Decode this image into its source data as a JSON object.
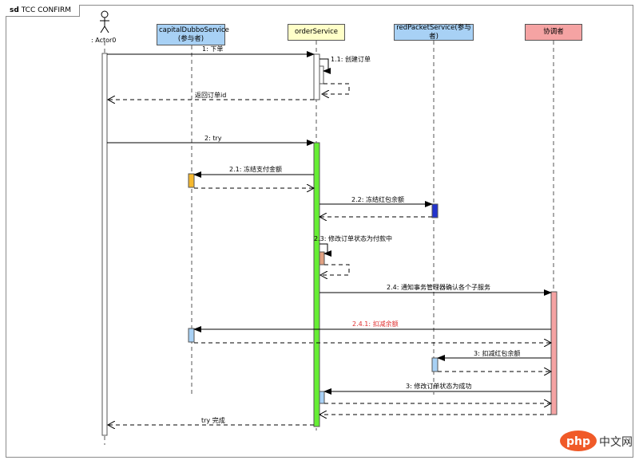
{
  "frame": {
    "kind": "sd",
    "title": "TCC CONFIRM"
  },
  "actor": {
    "name": ": Actor0"
  },
  "participants": [
    {
      "key": "capital",
      "line1": "capitalDubboService",
      "line2": "(参与者)",
      "color": "#a8d1f5"
    },
    {
      "key": "order",
      "line1": "orderService",
      "line2": "",
      "color": "#ffffc8"
    },
    {
      "key": "redpacket",
      "line1": "redPacketService(参与者)",
      "line2": "",
      "color": "#a8d1f5"
    },
    {
      "key": "coordinator",
      "line1": "协调者",
      "line2": "",
      "color": "#f5a3a3"
    }
  ],
  "messages": [
    {
      "label": "1: 下单",
      "color": "#000000"
    },
    {
      "label": "1.1: 创建订单",
      "color": "#000000"
    },
    {
      "label": "返回订单id",
      "color": "#000000"
    },
    {
      "label": "2: try",
      "color": "#000000"
    },
    {
      "label": "2.1: 冻结支付金额",
      "color": "#000000"
    },
    {
      "label": "2.2: 冻结红包余额",
      "color": "#000000"
    },
    {
      "label": "2.3: 修改订单状态为付款中",
      "color": "#000000"
    },
    {
      "label": "2.4: 通知事务管理器确认各个子服务",
      "color": "#000000"
    },
    {
      "label": "2.4.1: 扣减余额",
      "color": "#e03030"
    },
    {
      "label": "3: 扣减红包余额",
      "color": "#000000"
    },
    {
      "label": "3: 修改订单状态为成功",
      "color": "#000000"
    },
    {
      "label": "try 完成",
      "color": "#000000"
    }
  ],
  "activation_colors": {
    "order_main": "#66ee33",
    "capital_try": "#f5b82e",
    "redpacket_try": "#2233cc",
    "order_update": "#e0a080",
    "coordinator": "#f5a3a3",
    "confirm": "#a8d1f5"
  },
  "watermark": {
    "text": "php",
    "text2": "中文网"
  }
}
